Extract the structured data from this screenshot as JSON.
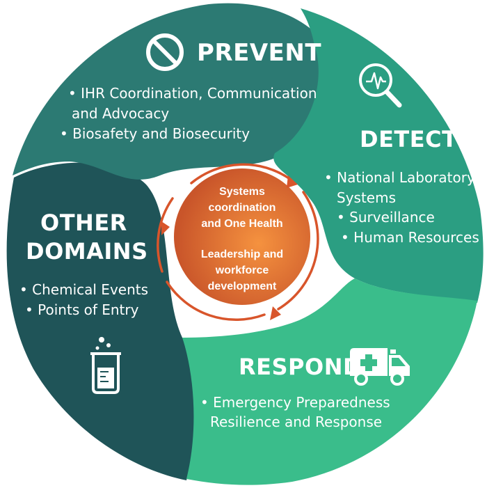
{
  "colors": {
    "prevent": "#2c7a73",
    "detect": "#2b9e82",
    "respond": "#3abd8b",
    "other": "#1f5458",
    "center_light": "#f1873d",
    "center_dark": "#cf5a2b",
    "arrow": "#d8552b"
  },
  "prevent": {
    "title": "PREVENT",
    "icon": "prohibition-icon",
    "bullets": [
      "• IHR Coordination, Communication",
      "and Advocacy",
      "• Biosafety and Biosecurity"
    ]
  },
  "detect": {
    "title": "DETECT",
    "icon": "magnifier-pulse-icon",
    "bullets": [
      "• National Laboratory",
      "Systems",
      "• Surveillance",
      "• Human Resources"
    ]
  },
  "respond": {
    "title": "RESPOND",
    "icon": "ambulance-icon",
    "bullets": [
      "• Emergency Preparedness",
      "Resilience and Response"
    ]
  },
  "other": {
    "title_line1": "OTHER",
    "title_line2": "DOMAINS",
    "icon": "beaker-icon",
    "bullets": [
      "• Chemical Events",
      "• Points of Entry"
    ]
  },
  "center": {
    "line1": "Systems",
    "line2": "coordination",
    "line3": "and One Health",
    "line4": "Leadership and",
    "line5": "workforce",
    "line6": "development"
  }
}
